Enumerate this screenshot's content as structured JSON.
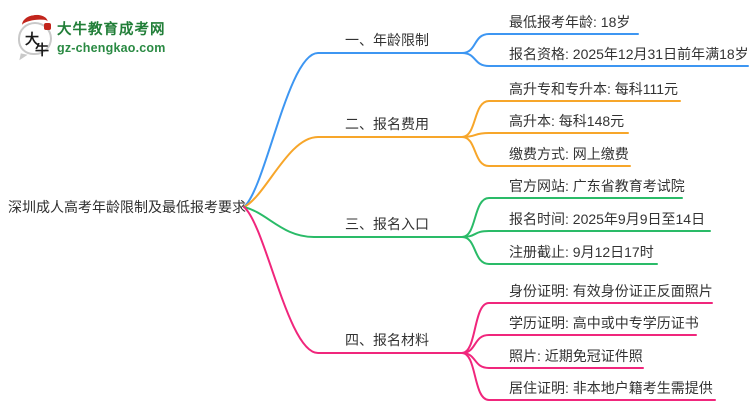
{
  "logo": {
    "site_name": "大牛教育成考网",
    "site_url": "gz-chengkao.com",
    "icon_char_top": "大",
    "icon_char_bottom": "牛"
  },
  "root": {
    "label": "深圳成人高考年龄限制及最低报考要求"
  },
  "branches": [
    {
      "label": "一、年龄限制",
      "color": "#3d96f2",
      "leaves": [
        "最低报考年龄: 18岁",
        "报名资格: 2025年12月31日前年满18岁"
      ]
    },
    {
      "label": "二、报名费用",
      "color": "#f7a62a",
      "leaves": [
        "高升专和专升本: 每科111元",
        "高升本: 每科148元",
        "缴费方式: 网上缴费"
      ]
    },
    {
      "label": "三、报名入口",
      "color": "#2abb68",
      "leaves": [
        "官方网站: 广东省教育考试院",
        "报名时间: 2025年9月9日至14日",
        "注册截止: 9月12日17时"
      ]
    },
    {
      "label": "四、报名材料",
      "color": "#f0267c",
      "leaves": [
        "身份证明: 有效身份证正反面照片",
        "学历证明: 高中或中专学历证书",
        "照片: 近期免冠证件照",
        "居住证明: 非本地户籍考生需提供"
      ]
    }
  ],
  "colors": {
    "text": "#333333",
    "logo_green": "#217e38",
    "background": "#ffffff"
  }
}
